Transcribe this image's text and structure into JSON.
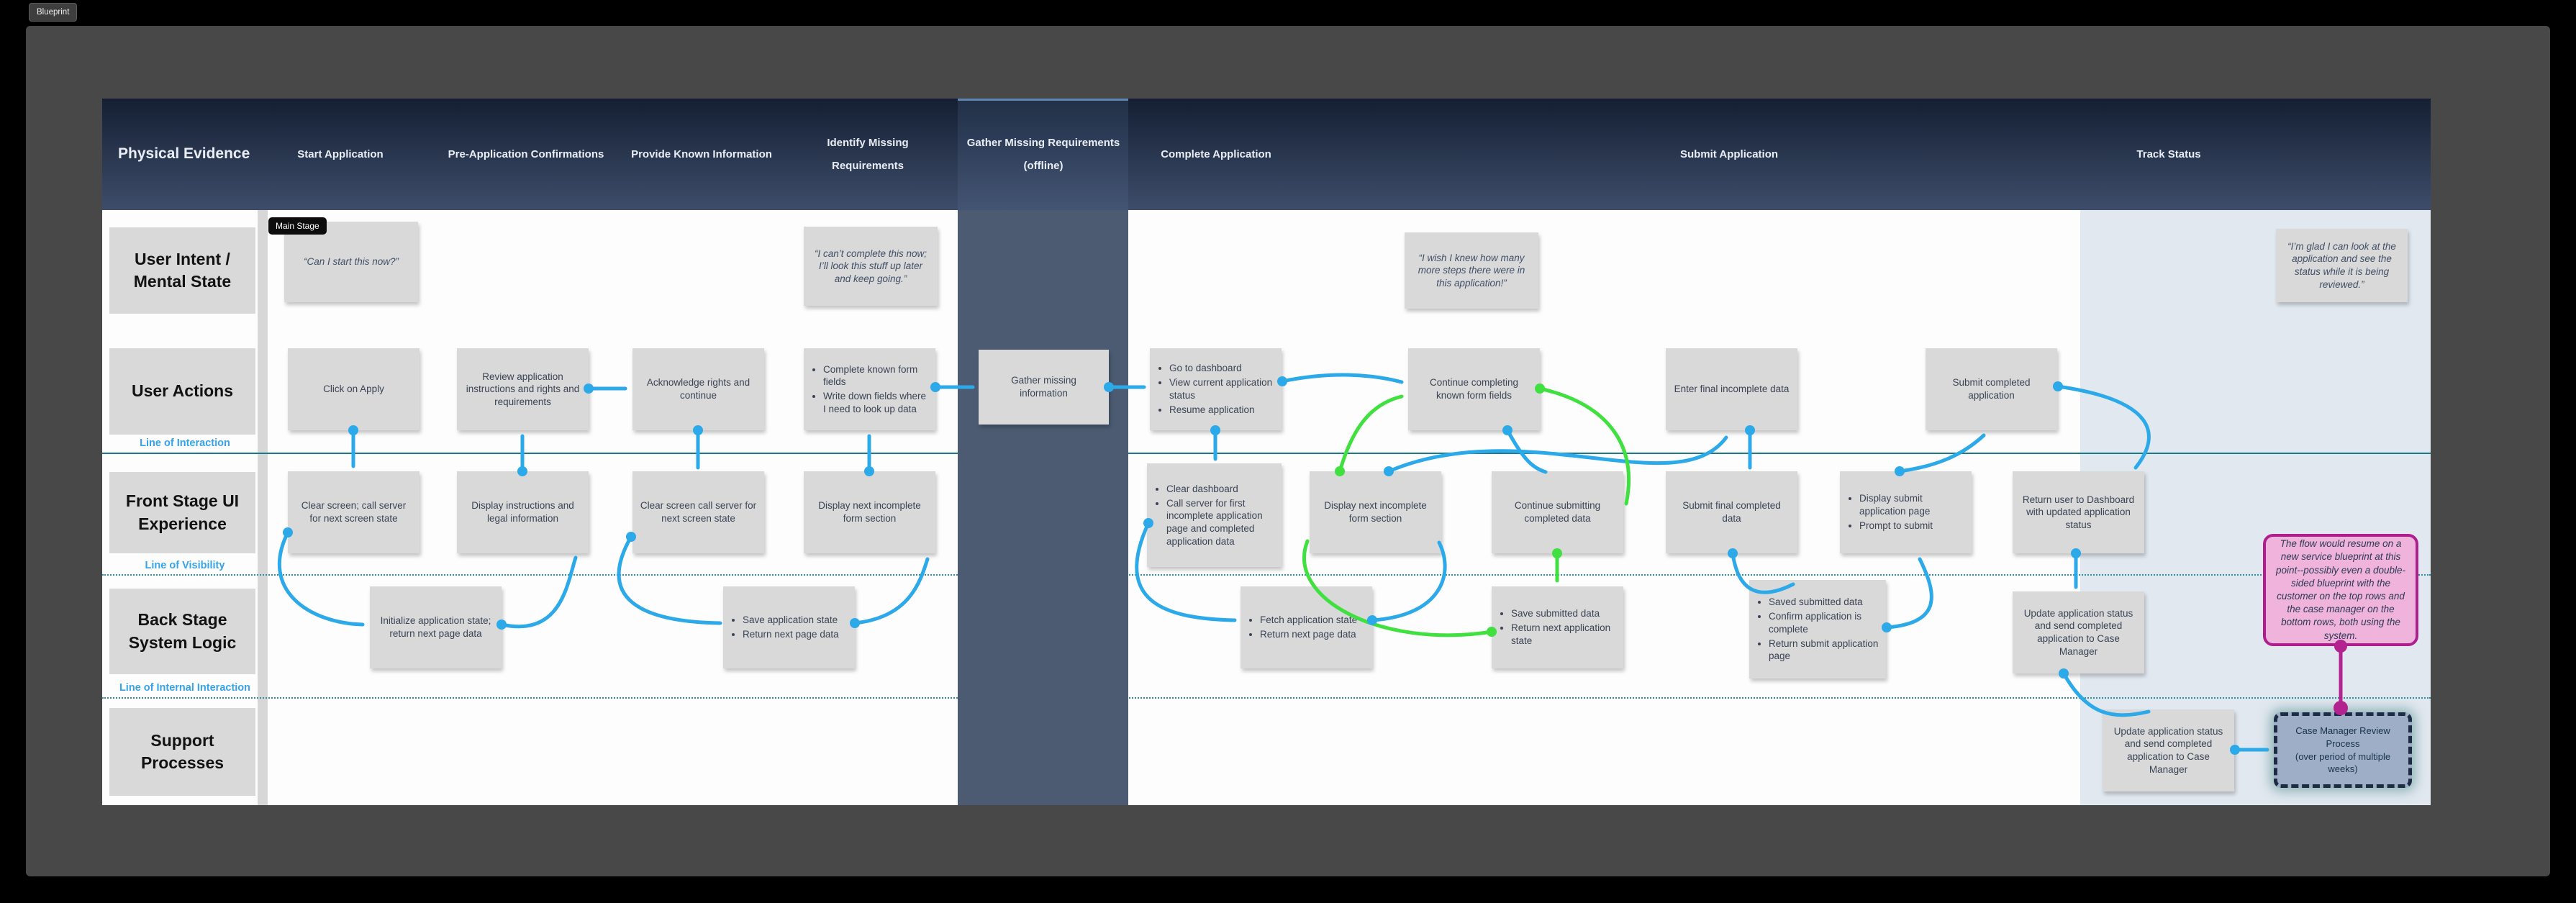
{
  "tab": {
    "label": "Blueprint"
  },
  "tag": {
    "main_stage": "Main Stage"
  },
  "header": {
    "columns": [
      {
        "label": "Physical Evidence"
      },
      {
        "label": "Start Application"
      },
      {
        "label": "Pre-Application Confirmations"
      },
      {
        "label": "Provide Known Information"
      },
      {
        "label": "Identify Missing\nRequirements"
      },
      {
        "label": "Gather Missing Requirements\n(offline)"
      },
      {
        "label": "Complete Application"
      },
      {
        "label": "Submit Application"
      },
      {
        "label": "Track Status"
      }
    ]
  },
  "rows": [
    {
      "label": "User Intent /\nMental State"
    },
    {
      "label": "User Actions"
    },
    {
      "label": "Front Stage UI Experience"
    },
    {
      "label": "Back Stage System Logic"
    },
    {
      "label": "Support Processes"
    }
  ],
  "lines": {
    "interaction": "Line of Interaction",
    "visibility": "Line of Visibility",
    "internal": "Line of Internal Interaction"
  },
  "notes": {
    "can_i_start": {
      "text": "“Can I start this now?”"
    },
    "cant_complete": {
      "text": "“I can’t complete this now; I’ll look this stuff up later and keep going.”"
    },
    "wish_knew": {
      "text": "“I wish I knew how many more steps there were in this application!”"
    },
    "glad_look": {
      "text": "“I’m glad I can look at the application and see the status while it is being reviewed.”"
    },
    "click_apply": {
      "text": "Click on Apply"
    },
    "review_instructions": {
      "text": "Review application instructions and rights and requirements"
    },
    "acknowledge": {
      "text": "Acknowledge rights and continue"
    },
    "complete_known": {
      "bullets": [
        "Complete known form fields",
        "Write down fields where I need to look up data"
      ]
    },
    "gather_missing": {
      "text": "Gather missing information"
    },
    "go_dashboard": {
      "bullets": [
        "Go to dashboard",
        "View current application status",
        "Resume application"
      ]
    },
    "continue_completing": {
      "text": "Continue completing known form fields"
    },
    "enter_final": {
      "text": "Enter final incomplete data"
    },
    "submit_completed": {
      "text": "Submit completed application"
    },
    "clear_screen_1": {
      "text": "Clear screen; call server for next screen state"
    },
    "display_instructions": {
      "text": "Display instructions and legal information"
    },
    "clear_screen_2": {
      "text": "Clear screen call server for next screen state"
    },
    "display_next_1": {
      "text": "Display next incomplete form section"
    },
    "clear_dashboard": {
      "bullets": [
        "Clear dashboard",
        "Call server for first incomplete application page and completed application data"
      ]
    },
    "display_next_2": {
      "text": "Display next incomplete form section"
    },
    "continue_submitting": {
      "text": "Continue submitting completed data"
    },
    "submit_final": {
      "text": "Submit final completed data"
    },
    "display_submit": {
      "bullets": [
        "Display submit application page",
        "Prompt to submit"
      ]
    },
    "return_user": {
      "text": "Return user to Dashboard with updated application status"
    },
    "initialize_state": {
      "text": "Initialize application state; return next page data"
    },
    "save_state": {
      "bullets": [
        "Save application state",
        "Return next page data"
      ]
    },
    "fetch_state": {
      "bullets": [
        "Fetch application state",
        "Return next page data"
      ]
    },
    "save_submitted": {
      "bullets": [
        "Save submitted data",
        "Return next application state"
      ]
    },
    "saved_submitted": {
      "bullets": [
        "Saved submitted data",
        "Confirm application is complete",
        "Return submit application page"
      ]
    },
    "update_back": {
      "text": "Update application status and send completed application to Case Manager"
    },
    "update_support": {
      "text": "Update application status and send completed application to Case Manager"
    },
    "case_manager": {
      "line1": "Case Manager Review Process",
      "line2": "(over period of multiple weeks)"
    },
    "resume_note": {
      "text": "The flow would resume on a new service blueprint at this point--possibly even a double-sided blueprint with the customer on the top rows and the case manager on the bottom rows, both using the system."
    }
  },
  "colors": {
    "arrow_blue": "#2BA9E8",
    "arrow_green": "#3FE03F",
    "arrow_magenta": "#B2238F",
    "band_navy": "#4C5B72",
    "track_column_bg": "#E2E8F0",
    "sticky_bg": "#D9D9D9",
    "header_top": "#141F33",
    "header_bottom": "#3E4D6A",
    "line_teal": "#1A7A8C",
    "line_label_blue": "#35A3E8",
    "pink_note_bg": "#EFB3DC",
    "pink_note_border": "#AE1E8C",
    "case_box_bg": "#9FAEC7",
    "case_box_border": "#1D2B45"
  }
}
